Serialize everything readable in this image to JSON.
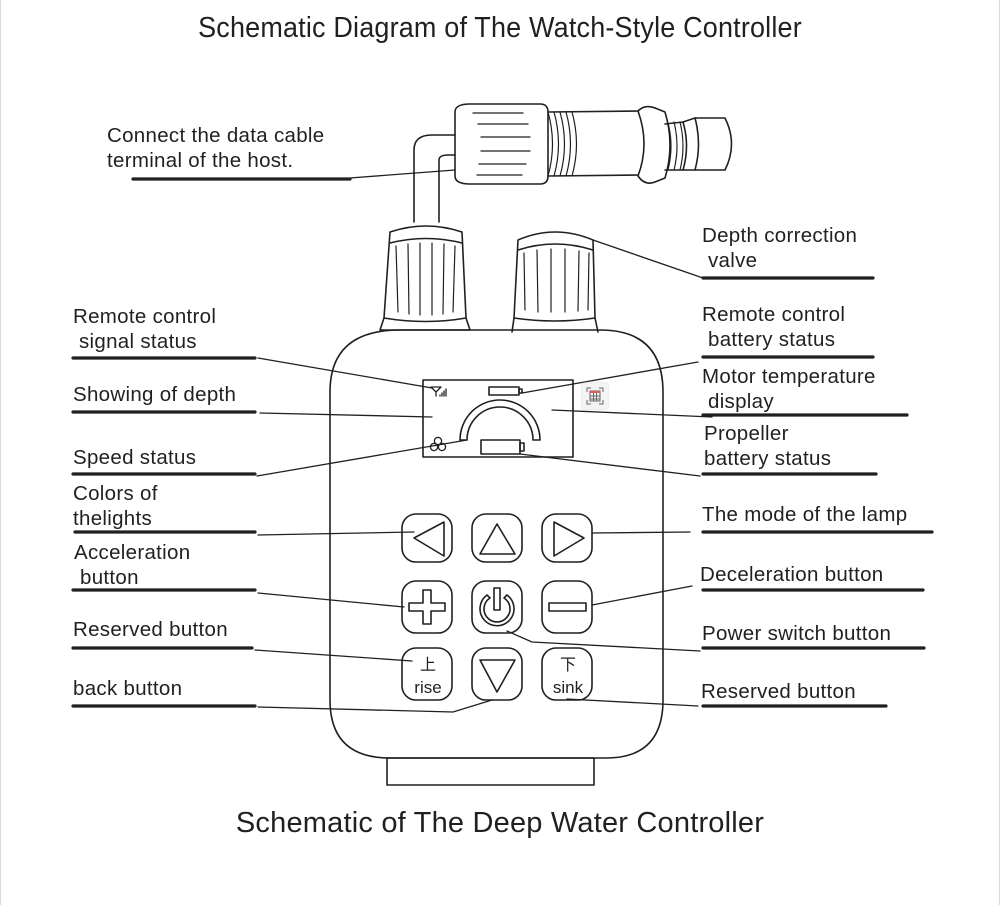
{
  "titles": {
    "top": "Schematic Diagram of The Watch-Style Controller",
    "bottom": "Schematic of The Deep Water Controller"
  },
  "labels": {
    "data_cable": "Connect the data cable\nterminal of the host.",
    "depth_correction_valve": "Depth correction\n valve",
    "remote_signal_status": "Remote control\n signal status",
    "remote_battery_status": "Remote control\n battery status",
    "showing_depth": "Showing of depth",
    "motor_temperature": "Motor temperature\n display",
    "speed_status": "Speed status",
    "propeller_battery": "Propeller\nbattery status",
    "colors_of_lights": "Colors of\nthelights",
    "lamp_mode": "The mode of the lamp",
    "acceleration_button": "Acceleration\n button",
    "deceleration_button": "Deceleration button",
    "reserved_button_left": "Reserved button",
    "power_switch_button": "Power switch button",
    "back_button": "back button",
    "reserved_button_right": "Reserved button"
  },
  "buttons": {
    "rise": {
      "glyph": "上",
      "text": "rise"
    },
    "sink": {
      "glyph": "下",
      "text": "sink"
    }
  },
  "icons": {
    "signal": "signal-bars-icon",
    "remote_battery": "battery-icon",
    "depth_gauge": "arc-gauge-icon",
    "speed": "propeller-icon",
    "propeller_battery": "battery-icon",
    "left": "triangle-left-icon",
    "up": "triangle-up-icon",
    "right": "triangle-right-icon",
    "plus": "plus-icon",
    "power": "power-icon",
    "minus": "minus-icon",
    "down": "triangle-down-icon",
    "overlay": "table-scan-icon"
  },
  "colors": {
    "ink": "#231f20",
    "frame": "#d9d9d9"
  }
}
